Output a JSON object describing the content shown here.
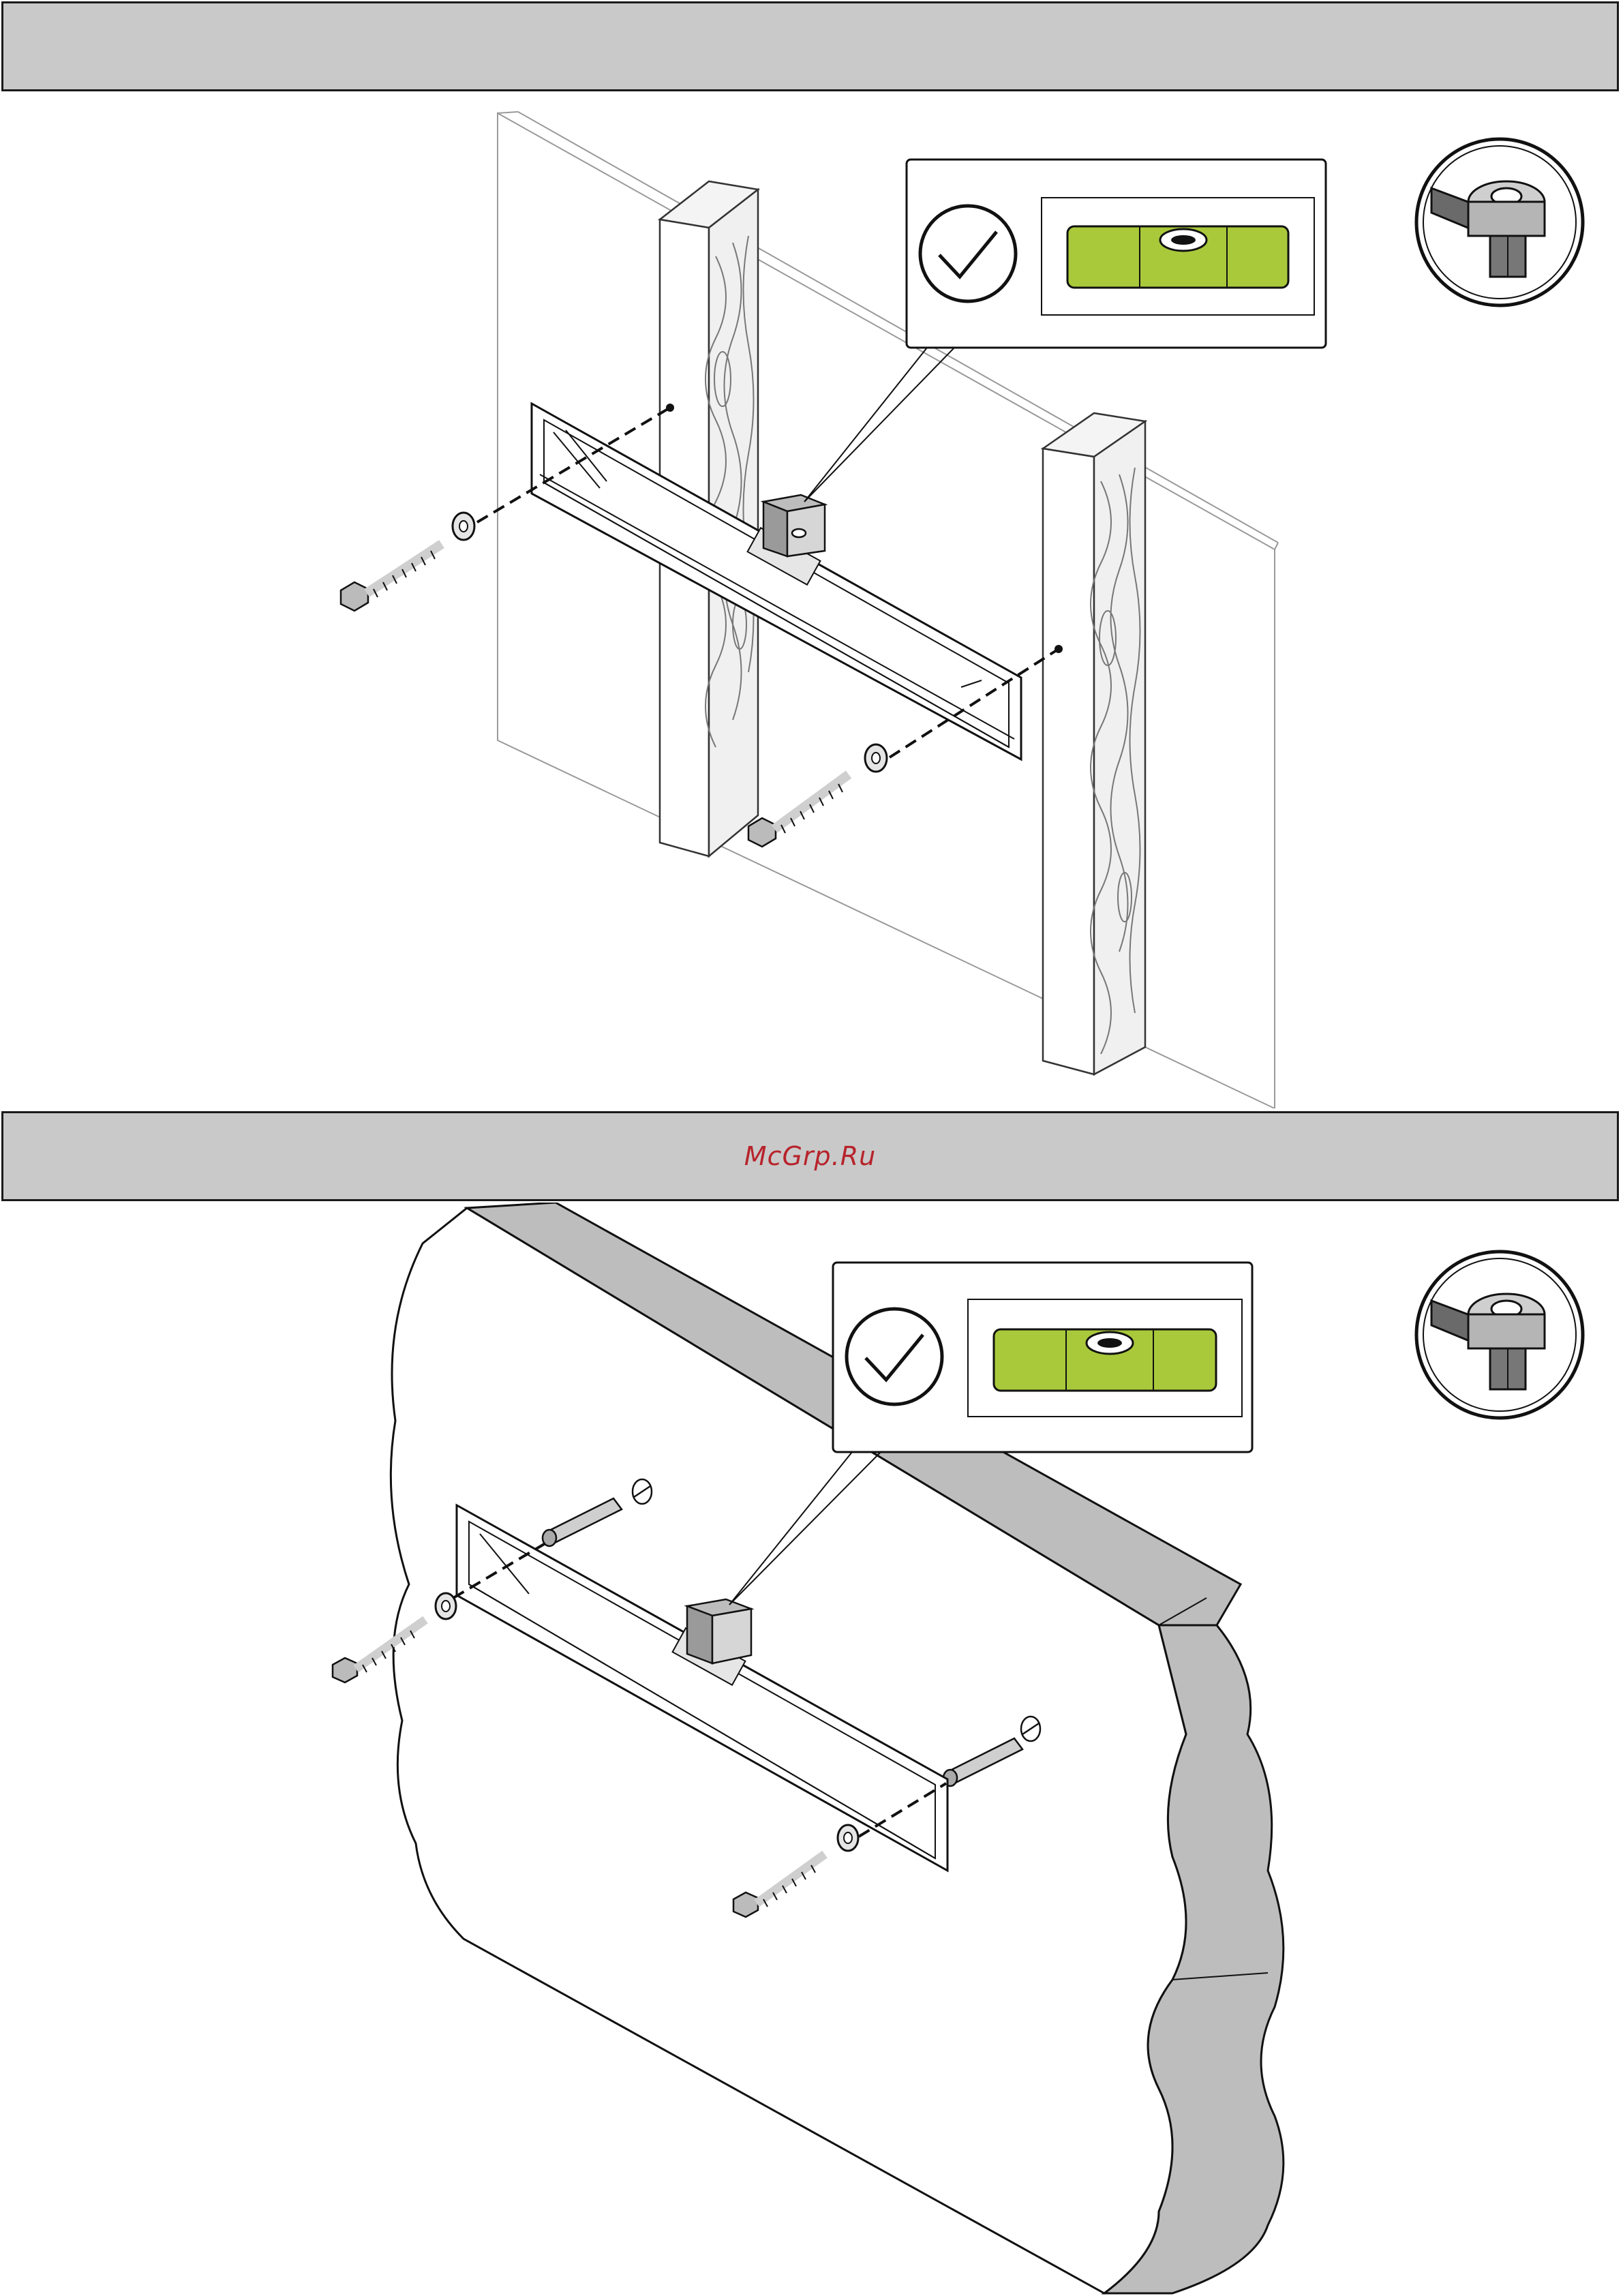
{
  "header_bands": {
    "top_label": "",
    "middle_label": "McGrp.Ru"
  },
  "step_1": {
    "scene": "wood-stud-wall",
    "callout_icons": [
      "checkmark-icon",
      "bubble-level-icon"
    ],
    "tool_icon": "socket-wrench-icon"
  },
  "step_2": {
    "scene": "solid-wall",
    "callout_icons": [
      "checkmark-icon",
      "bubble-level-icon"
    ],
    "tool_icon": "socket-wrench-icon"
  },
  "colors": {
    "band": "#c9c9c9",
    "level_green": "#a9c93b",
    "wall_edge_gray": "#b9b9b9",
    "watermark": "#b7232b"
  }
}
